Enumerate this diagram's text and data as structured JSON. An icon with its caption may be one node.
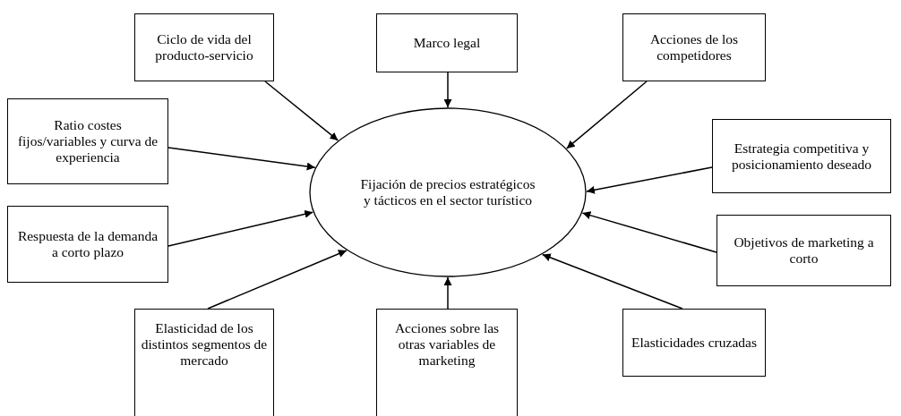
{
  "diagram": {
    "nodes": [
      {
        "text": [
          "Ciclo de vida del producto-servicio"
        ]
      },
      {
        "text": [
          "Marco legal"
        ]
      },
      {
        "text": [
          "Acciones de los competidores"
        ]
      },
      {
        "text": [
          "Ratio costes fijos/variables y curva de experiencia"
        ]
      },
      {
        "text": [
          "Fijación de precios estratégicos y tácticos en el sector turístico"
        ]
      },
      {
        "text": [
          "Estrategia competitiva y posicionamiento deseado"
        ]
      },
      {
        "text": [
          "Respuesta de la demanda a corto plazo"
        ]
      },
      {
        "text": [
          "Objetivos de marketing a corto"
        ]
      },
      {
        "text": [
          "Elasticidad de los distintos segmentos de mercado"
        ]
      },
      {
        "text": [
          "Acciones sobre las otras variables de marketing"
        ]
      },
      {
        "text": [
          "Elasticidades cruzadas"
        ]
      }
    ],
    "edges": [
      {
        "from": 0,
        "to": 4,
        "arrow": "to"
      },
      {
        "from": 1,
        "to": 4,
        "arrow": "to"
      },
      {
        "from": 2,
        "to": 4,
        "arrow": "to"
      },
      {
        "from": 3,
        "to": 4,
        "arrow": "to"
      },
      {
        "from": 5,
        "to": 4,
        "arrow": "to"
      },
      {
        "from": 6,
        "to": 4,
        "arrow": "to"
      },
      {
        "from": 7,
        "to": 4,
        "arrow": "to"
      },
      {
        "from": 8,
        "to": 4,
        "arrow": "to"
      },
      {
        "from": 9,
        "to": 4,
        "arrow": "to"
      },
      {
        "from": 10,
        "to": 4,
        "arrow": "to"
      }
    ]
  }
}
